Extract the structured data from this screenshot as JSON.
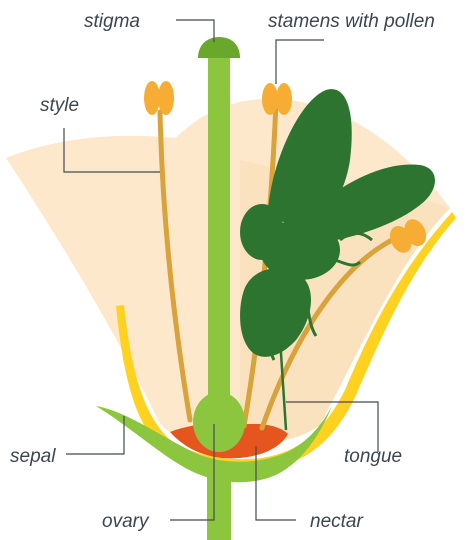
{
  "labels": {
    "stigma": "stigma",
    "stamens": "stamens with pollen",
    "style": "style",
    "sepal": "sepal",
    "tongue": "tongue",
    "ovary": "ovary",
    "nectar": "nectar"
  },
  "colors": {
    "petal": "#fde8cc",
    "petal_shadow": "#f9d9ad",
    "sepal_yellow": "#ffd21f",
    "sepal_green": "#8cc63f",
    "pistil": "#8cc63f",
    "pistil_dark": "#6aa82c",
    "filament": "#d9a23a",
    "anther": "#f7ad33",
    "nectar": "#e5561f",
    "bee": "#2e7431",
    "text": "#3d4650"
  }
}
